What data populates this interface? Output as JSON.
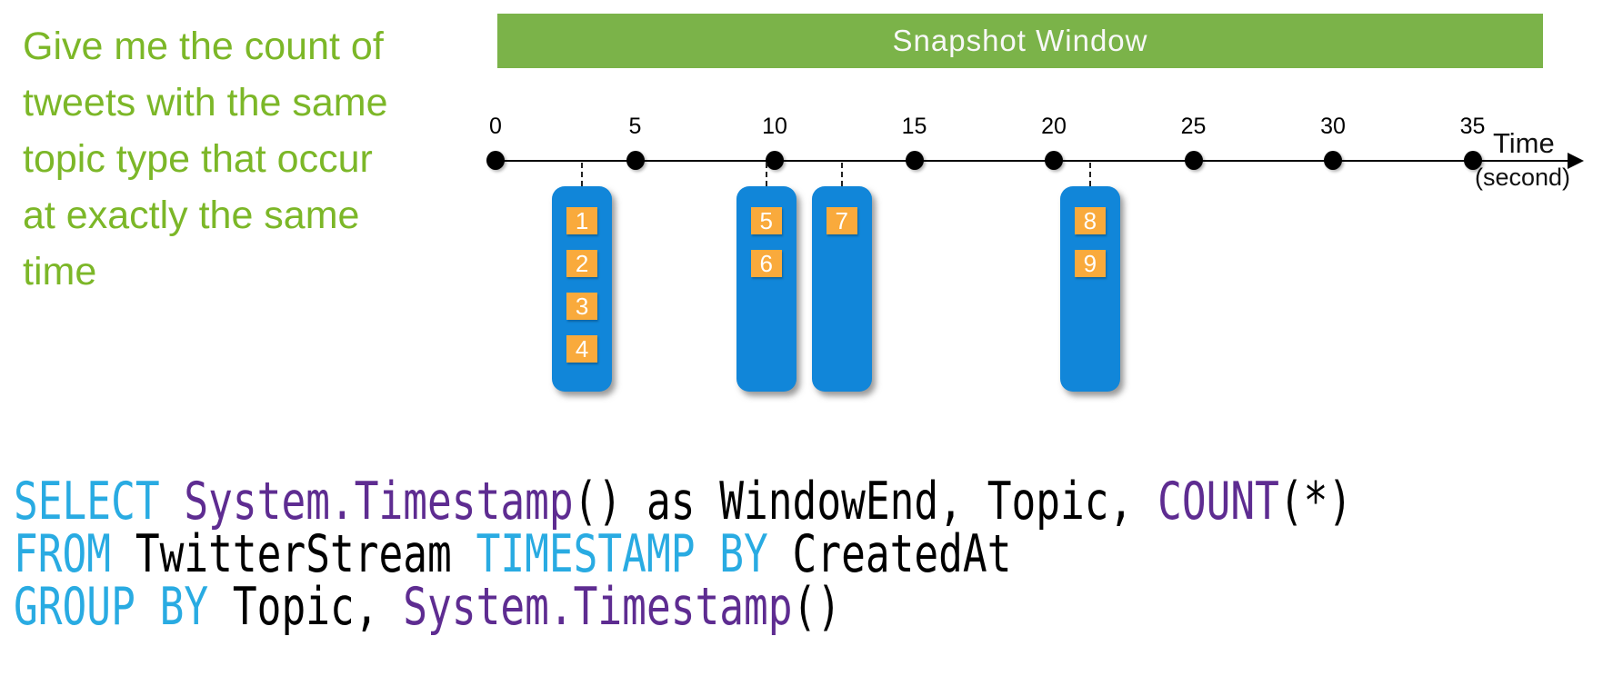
{
  "question": {
    "text_lines": [
      "Give me the count of",
      "tweets with the same",
      "topic type that occur",
      "at exactly the same",
      "time"
    ]
  },
  "banner": {
    "label": "Snapshot Window"
  },
  "timeline": {
    "tick_labels": [
      "0",
      "5",
      "10",
      "15",
      "20",
      "25",
      "30",
      "35"
    ],
    "tick_interval_seconds": 5,
    "axis_label": "Time",
    "axis_unit_label": "(second)"
  },
  "event_groups": [
    {
      "time_seconds": 3.1,
      "event_ids": [
        "1",
        "2",
        "3",
        "4"
      ]
    },
    {
      "time_seconds": 9.7,
      "event_ids": [
        "5",
        "6"
      ]
    },
    {
      "time_seconds": 12.4,
      "event_ids": [
        "7"
      ]
    },
    {
      "time_seconds": 21.3,
      "event_ids": [
        "8",
        "9"
      ]
    }
  ],
  "code": {
    "lines": [
      {
        "tokens": [
          {
            "text": "SELECT ",
            "style": "keyword"
          },
          {
            "text": "System.Timestamp",
            "style": "function"
          },
          {
            "text": "() as WindowEnd, Topic, ",
            "style": "plain"
          },
          {
            "text": "COUNT",
            "style": "function"
          },
          {
            "text": "(*)",
            "style": "plain"
          }
        ]
      },
      {
        "tokens": [
          {
            "text": "FROM ",
            "style": "keyword"
          },
          {
            "text": "TwitterStream ",
            "style": "plain"
          },
          {
            "text": "TIMESTAMP BY ",
            "style": "keyword"
          },
          {
            "text": "CreatedAt",
            "style": "plain"
          }
        ]
      },
      {
        "tokens": [
          {
            "text": "GROUP BY ",
            "style": "keyword"
          },
          {
            "text": "Topic, ",
            "style": "plain"
          },
          {
            "text": "System.Timestamp",
            "style": "function"
          },
          {
            "text": "()",
            "style": "plain"
          }
        ]
      }
    ]
  },
  "colors": {
    "question_green": "#7CB728",
    "banner_green": "#7BB349",
    "event_blue": "#1186D9",
    "event_orange": "#F9AA3C",
    "code_keyword": "#29ABE2",
    "code_function": "#5E2C91",
    "code_plain": "#000000"
  }
}
